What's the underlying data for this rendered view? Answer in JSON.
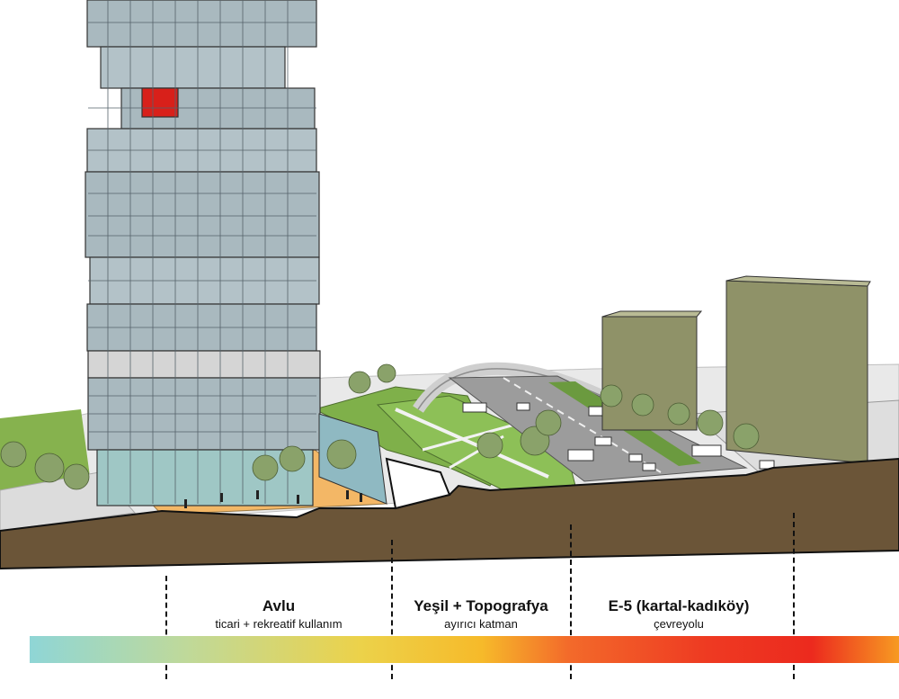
{
  "zones": [
    {
      "title": "Avlu",
      "subtitle": "ticari + rekreatif kullanım"
    },
    {
      "title": "Yeşil + Topografya",
      "subtitle": "ayırıcı katman"
    },
    {
      "title": "E-5 (kartal-kadıköy)",
      "subtitle": "çevreyolu"
    }
  ],
  "colors": {
    "gradient": [
      "#8fd6d6",
      "#bfd99a",
      "#ecd24a",
      "#f6ba2a",
      "#f36a2a",
      "#ee3a22",
      "#ec2a1e",
      "#f79a22"
    ],
    "ground": "#6b5538",
    "grass": "#7fb04a",
    "glass": "#a9b9bf",
    "accent_red": "#d8201a",
    "courtyard": "#f3b766",
    "side_blocks": "#8f9268"
  }
}
